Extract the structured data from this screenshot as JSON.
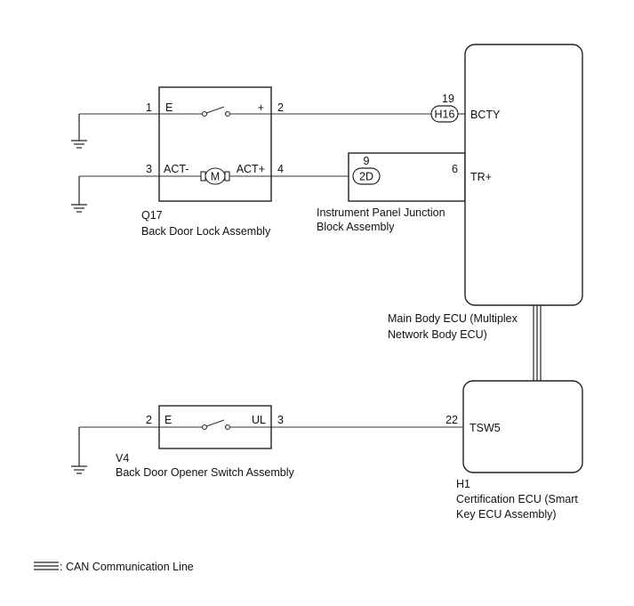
{
  "components": {
    "back_door_lock": {
      "code": "Q17",
      "name": "Back Door Lock Assembly",
      "terminals": {
        "e_pin": "1",
        "e_label": "E",
        "plus_pin": "2",
        "plus_label": "+",
        "act_minus_pin": "3",
        "act_minus_label": "ACT-",
        "act_plus_pin": "4",
        "act_plus_label": "ACT+"
      },
      "motor_symbol": "M"
    },
    "instrument_panel_junction": {
      "name_line1": "Instrument Panel Junction",
      "name_line2": "Block Assembly",
      "connector": "2D",
      "in_pin": "9",
      "out_pin": "6"
    },
    "main_body_ecu": {
      "name_line1": "Main Body ECU (Multiplex",
      "name_line2": "Network Body ECU)",
      "bcty_connector": "H16",
      "bcty_pin": "19",
      "bcty_label": "BCTY",
      "tr_label": "TR+"
    },
    "back_door_opener_switch": {
      "code": "V4",
      "name": "Back Door Opener Switch Assembly",
      "e_pin": "2",
      "e_label": "E",
      "ul_pin": "3",
      "ul_label": "UL"
    },
    "certification_ecu": {
      "code": "H1",
      "name_line1": "Certification ECU (Smart",
      "name_line2": "Key ECU Assembly)",
      "tsw5_pin": "22",
      "tsw5_label": "TSW5"
    }
  },
  "legend": {
    "can_line_label": ": CAN Communication Line"
  }
}
